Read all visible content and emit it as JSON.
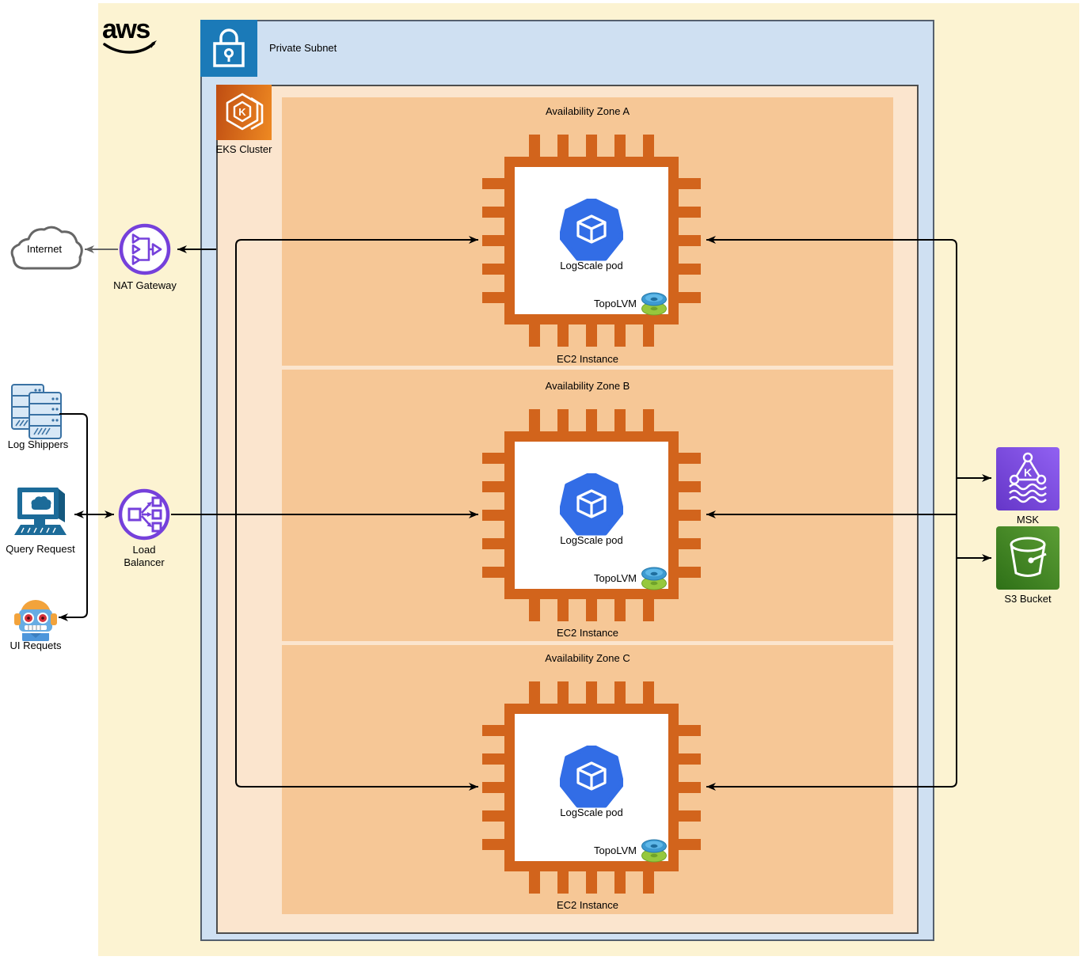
{
  "diagram": {
    "logo": "aws",
    "external": {
      "internet": "Internet",
      "nat_gateway": "NAT Gateway",
      "log_shippers": "Log Shippers",
      "query_request": "Query Request",
      "ui_requests": "UI Requets",
      "load_balancer_line1": "Load",
      "load_balancer_line2": "Balancer"
    },
    "private_subnet": "Private Subnet",
    "eks_cluster": "EKS Cluster",
    "eks_icon_letter": "K",
    "msk_icon_letter": "K",
    "zones": [
      {
        "name": "Availability Zone A",
        "instance": "EC2 Instance",
        "pod": "LogScale pod",
        "storage": "TopoLVM"
      },
      {
        "name": "Availability Zone B",
        "instance": "EC2 Instance",
        "pod": "LogScale pod",
        "storage": "TopoLVM"
      },
      {
        "name": "Availability Zone C",
        "instance": "EC2 Instance",
        "pod": "LogScale pod",
        "storage": "TopoLVM"
      }
    ],
    "services": {
      "msk": "MSK",
      "s3": "S3 Bucket"
    },
    "colors": {
      "aws_cloud_bg": "#FCF3D2",
      "subnet_bg": "#CFE0F2",
      "subnet_header_blue": "#1B7AB8",
      "eks_bg": "#FBE5CE",
      "eks_icon_orange_dark": "#BF4D12",
      "eks_icon_orange_light": "#EE8922",
      "zone_bg": "#F6C796",
      "chip_orange": "#D2641C",
      "kubernetes_blue": "#326DE6",
      "network_purple": "#7540DB",
      "msk_purple_light": "#9161F2",
      "msk_purple_dark": "#6536C8",
      "s3_green_light": "#5C9E35",
      "s3_green_dark": "#2E7017",
      "arrow_black": "#000000",
      "arrow_gray": "#666666",
      "topolvm_disk_blue": "#3D9AD1",
      "topolvm_disk_green": "#96C83D"
    }
  }
}
